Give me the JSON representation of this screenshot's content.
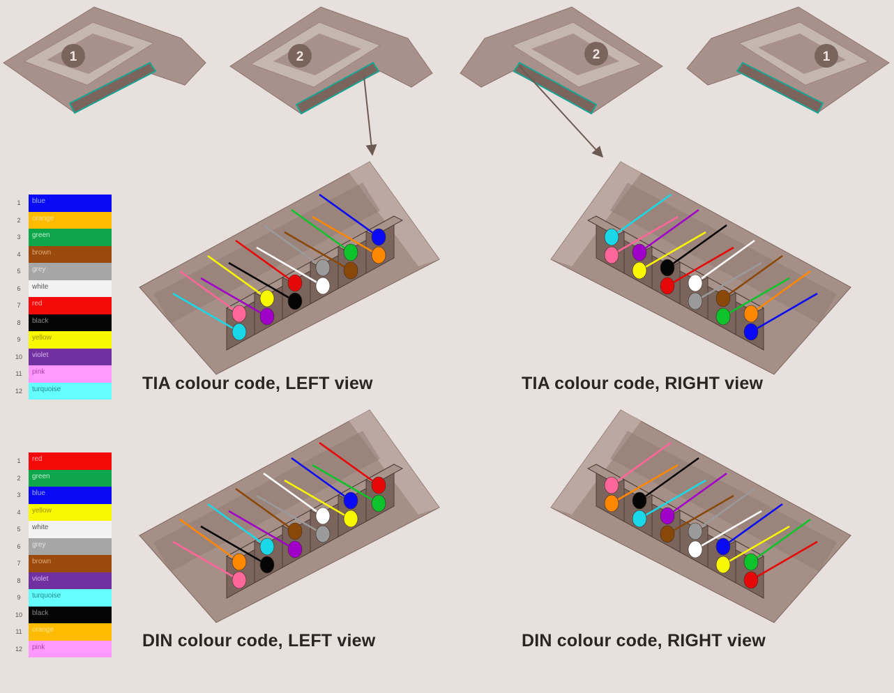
{
  "modules": [
    {
      "id": "top-1-left",
      "label": "1"
    },
    {
      "id": "top-2-left",
      "label": "2"
    },
    {
      "id": "top-2-right",
      "label": "2"
    },
    {
      "id": "top-1-right",
      "label": "1"
    }
  ],
  "legends": {
    "tia": [
      {
        "num": "1",
        "name": "blue",
        "color": "#0a0af5",
        "text": "#9bb0ff"
      },
      {
        "num": "2",
        "name": "orange",
        "color": "#ffbb00",
        "text": "#ffe39a"
      },
      {
        "num": "3",
        "name": "green",
        "color": "#0da64a",
        "text": "#c3f0d0"
      },
      {
        "num": "4",
        "name": "brown",
        "color": "#9a4a0c",
        "text": "#e0a877"
      },
      {
        "num": "5",
        "name": "grey",
        "color": "#a6a6a6",
        "text": "#e2e2e2"
      },
      {
        "num": "6",
        "name": "white",
        "color": "#f2f2f2",
        "text": "#555555"
      },
      {
        "num": "7",
        "name": "red",
        "color": "#f50a0a",
        "text": "#ffb0b0"
      },
      {
        "num": "8",
        "name": "black",
        "color": "#050505",
        "text": "#8a8a8a"
      },
      {
        "num": "9",
        "name": "yellow",
        "color": "#f8f800",
        "text": "#9a8f00"
      },
      {
        "num": "10",
        "name": "violet",
        "color": "#7030a0",
        "text": "#d4b6f0"
      },
      {
        "num": "11",
        "name": "pink",
        "color": "#ff99ff",
        "text": "#b040b0"
      },
      {
        "num": "12",
        "name": "turquoise",
        "color": "#66ffff",
        "text": "#208888"
      }
    ],
    "din": [
      {
        "num": "1",
        "name": "red",
        "color": "#f50a0a",
        "text": "#ffb0b0"
      },
      {
        "num": "2",
        "name": "green",
        "color": "#0da64a",
        "text": "#c3f0d0"
      },
      {
        "num": "3",
        "name": "blue",
        "color": "#0a0af5",
        "text": "#9bb0ff"
      },
      {
        "num": "4",
        "name": "yellow",
        "color": "#f8f800",
        "text": "#9a8f00"
      },
      {
        "num": "5",
        "name": "white",
        "color": "#f2f2f2",
        "text": "#555555"
      },
      {
        "num": "6",
        "name": "grey",
        "color": "#a6a6a6",
        "text": "#e2e2e2"
      },
      {
        "num": "7",
        "name": "brown",
        "color": "#9a4a0c",
        "text": "#e0a877"
      },
      {
        "num": "8",
        "name": "violet",
        "color": "#7030a0",
        "text": "#d4b6f0"
      },
      {
        "num": "9",
        "name": "turquoise",
        "color": "#66ffff",
        "text": "#208888"
      },
      {
        "num": "10",
        "name": "black",
        "color": "#050505",
        "text": "#8a8a8a"
      },
      {
        "num": "11",
        "name": "orange",
        "color": "#ffbb00",
        "text": "#ffe39a"
      },
      {
        "num": "12",
        "name": "pink",
        "color": "#ff99ff",
        "text": "#b040b0"
      }
    ]
  },
  "captions": {
    "tia_left": "TIA colour code, LEFT view",
    "tia_right": "TIA colour code, RIGHT view",
    "din_left": "DIN colour code, LEFT view",
    "din_right": "DIN colour code, RIGHT view"
  },
  "palette": {
    "background": "#e7e0dd",
    "module_body": "#a7918a",
    "module_dark": "#7b645c",
    "highlight": "#19a594",
    "badge": "#7b645c"
  },
  "views": {
    "tia_left": [
      "pink",
      "turquoise",
      "yellow",
      "violet",
      "red",
      "black",
      "grey",
      "white",
      "green",
      "brown",
      "blue",
      "orange"
    ],
    "tia_right": [
      "orange",
      "blue",
      "brown",
      "green",
      "white",
      "grey",
      "black",
      "red",
      "violet",
      "yellow",
      "turquoise",
      "pink"
    ],
    "din_left": [
      "orange",
      "pink",
      "turquoise",
      "black",
      "brown",
      "violet",
      "white",
      "grey",
      "blue",
      "yellow",
      "red",
      "green"
    ],
    "din_right": [
      "green",
      "red",
      "blue",
      "yellow",
      "grey",
      "white",
      "violet",
      "brown",
      "black",
      "turquoise",
      "pink",
      "orange"
    ]
  },
  "colors": {
    "blue": "#0a0af5",
    "orange": "#ff8800",
    "green": "#0dc22a",
    "brown": "#8a4808",
    "grey": "#9a9a9a",
    "white": "#ffffff",
    "red": "#e50808",
    "black": "#050505",
    "yellow": "#f8f800",
    "violet": "#a000c8",
    "pink": "#ff6699",
    "turquoise": "#1ad8e8"
  }
}
